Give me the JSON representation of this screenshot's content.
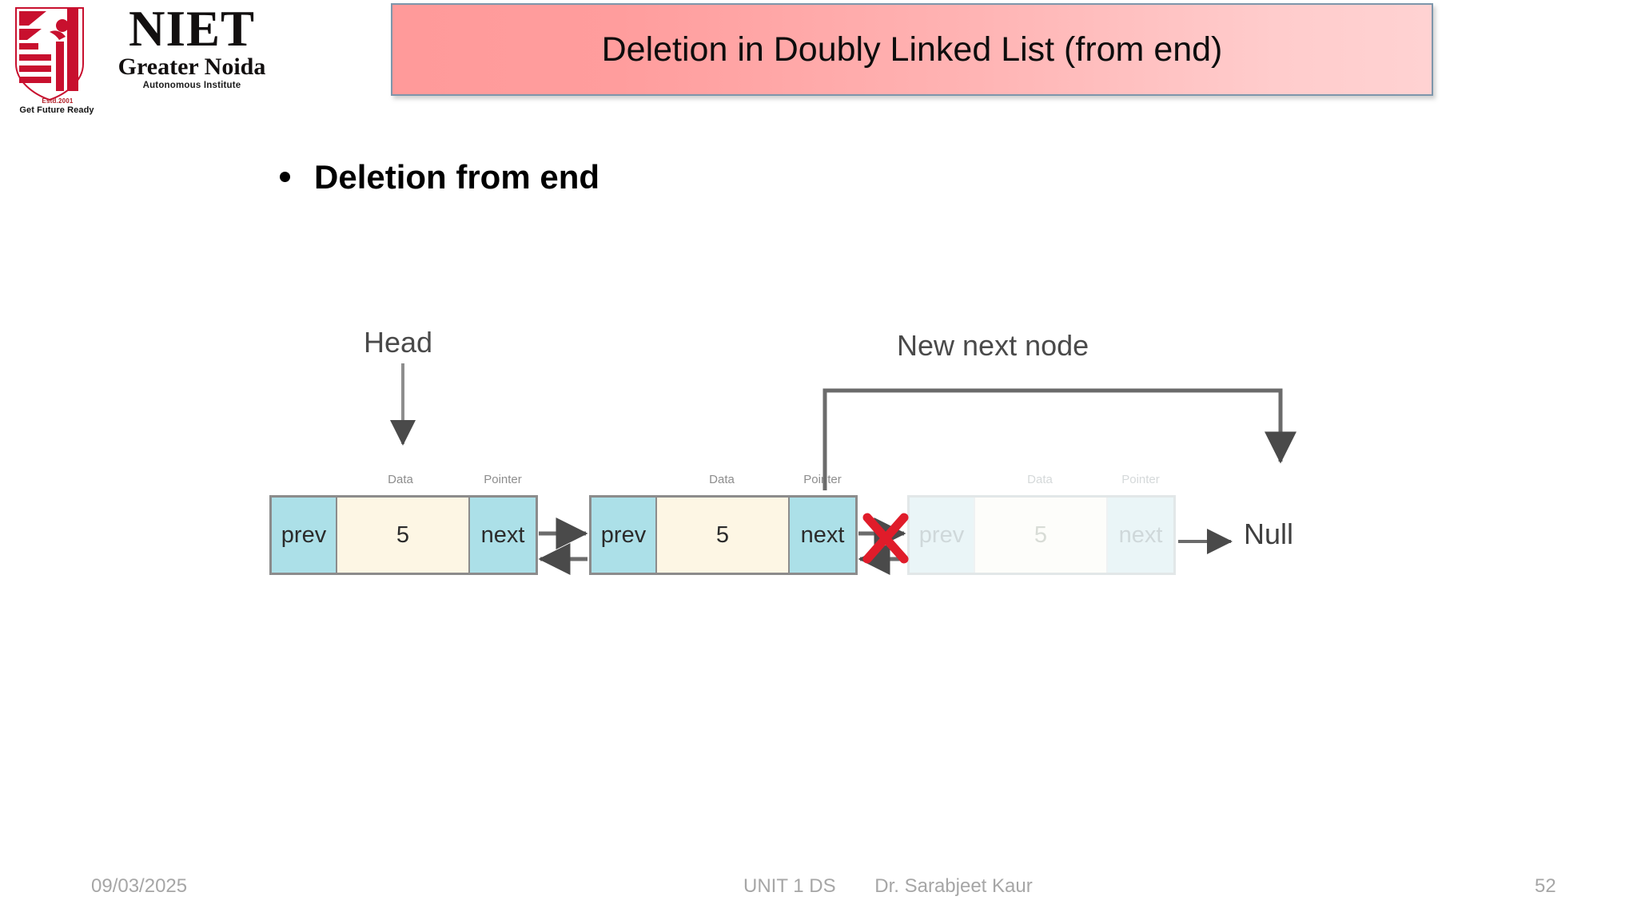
{
  "logo": {
    "name": "NIET",
    "subtitle": "Greater Noida",
    "institute": "Autonomous Institute",
    "estd": "Estd.2001",
    "tagline": "Get Future Ready",
    "brand_color": "#c8102e"
  },
  "title": {
    "text": "Deletion in Doubly Linked List (from end)",
    "fill_start": "#ff9a9a",
    "fill_end": "#ffd2d2",
    "border_color": "#7d96ab"
  },
  "body": {
    "bullet": "Deletion from end"
  },
  "diagram": {
    "head_label": "Head",
    "new_next_label": "New next node",
    "null_label": "Null",
    "cell_labels": {
      "data": "Data",
      "pointer": "Pointer"
    },
    "nodes": [
      {
        "prev": "prev",
        "data": "5",
        "next": "next",
        "state": "active"
      },
      {
        "prev": "prev",
        "data": "5",
        "next": "next",
        "state": "active"
      },
      {
        "prev": "prev",
        "data": "5",
        "next": "next",
        "state": "deleted"
      }
    ],
    "delete_marker": "x-mark",
    "delete_marker_color": "#e01c2a",
    "arrow_color": "#6b6b6b",
    "cell_colors": {
      "pointer_cell": "#ace0e8",
      "data_cell": "#fdf6e4",
      "border": "#8c8c8c"
    }
  },
  "footer": {
    "date": "09/03/2025",
    "unit": "UNIT 1 DS",
    "author": "Dr. Sarabjeet Kaur",
    "page": "52"
  }
}
